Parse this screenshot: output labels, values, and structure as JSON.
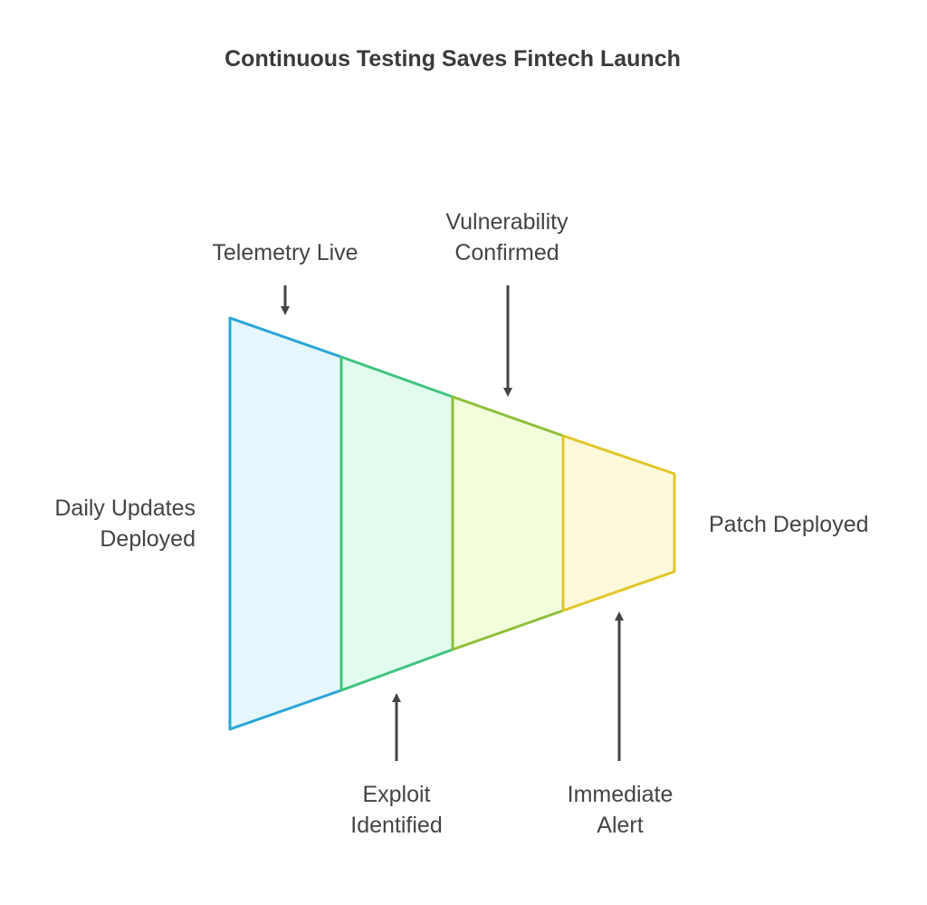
{
  "title": "Continuous Testing Saves Fintech Launch",
  "labels": {
    "telemetry": [
      "Telemetry Live"
    ],
    "vulnerability": [
      "Vulnerability",
      "Confirmed"
    ],
    "daily": [
      "Daily Updates",
      "Deployed"
    ],
    "patch": [
      "Patch Deployed"
    ],
    "exploit": [
      "Exploit",
      "Identified"
    ],
    "alert": [
      "Immediate",
      "Alert"
    ]
  },
  "segments": [
    {
      "fill": "#e6f6fd",
      "stroke": "#2aa5d8"
    },
    {
      "fill": "#e1fbee",
      "stroke": "#3ec47f"
    },
    {
      "fill": "#f2fddb",
      "stroke": "#8fbf3a"
    },
    {
      "fill": "#fef9db",
      "stroke": "#e2c62a"
    }
  ],
  "colors": {
    "arrow": "#444444"
  }
}
